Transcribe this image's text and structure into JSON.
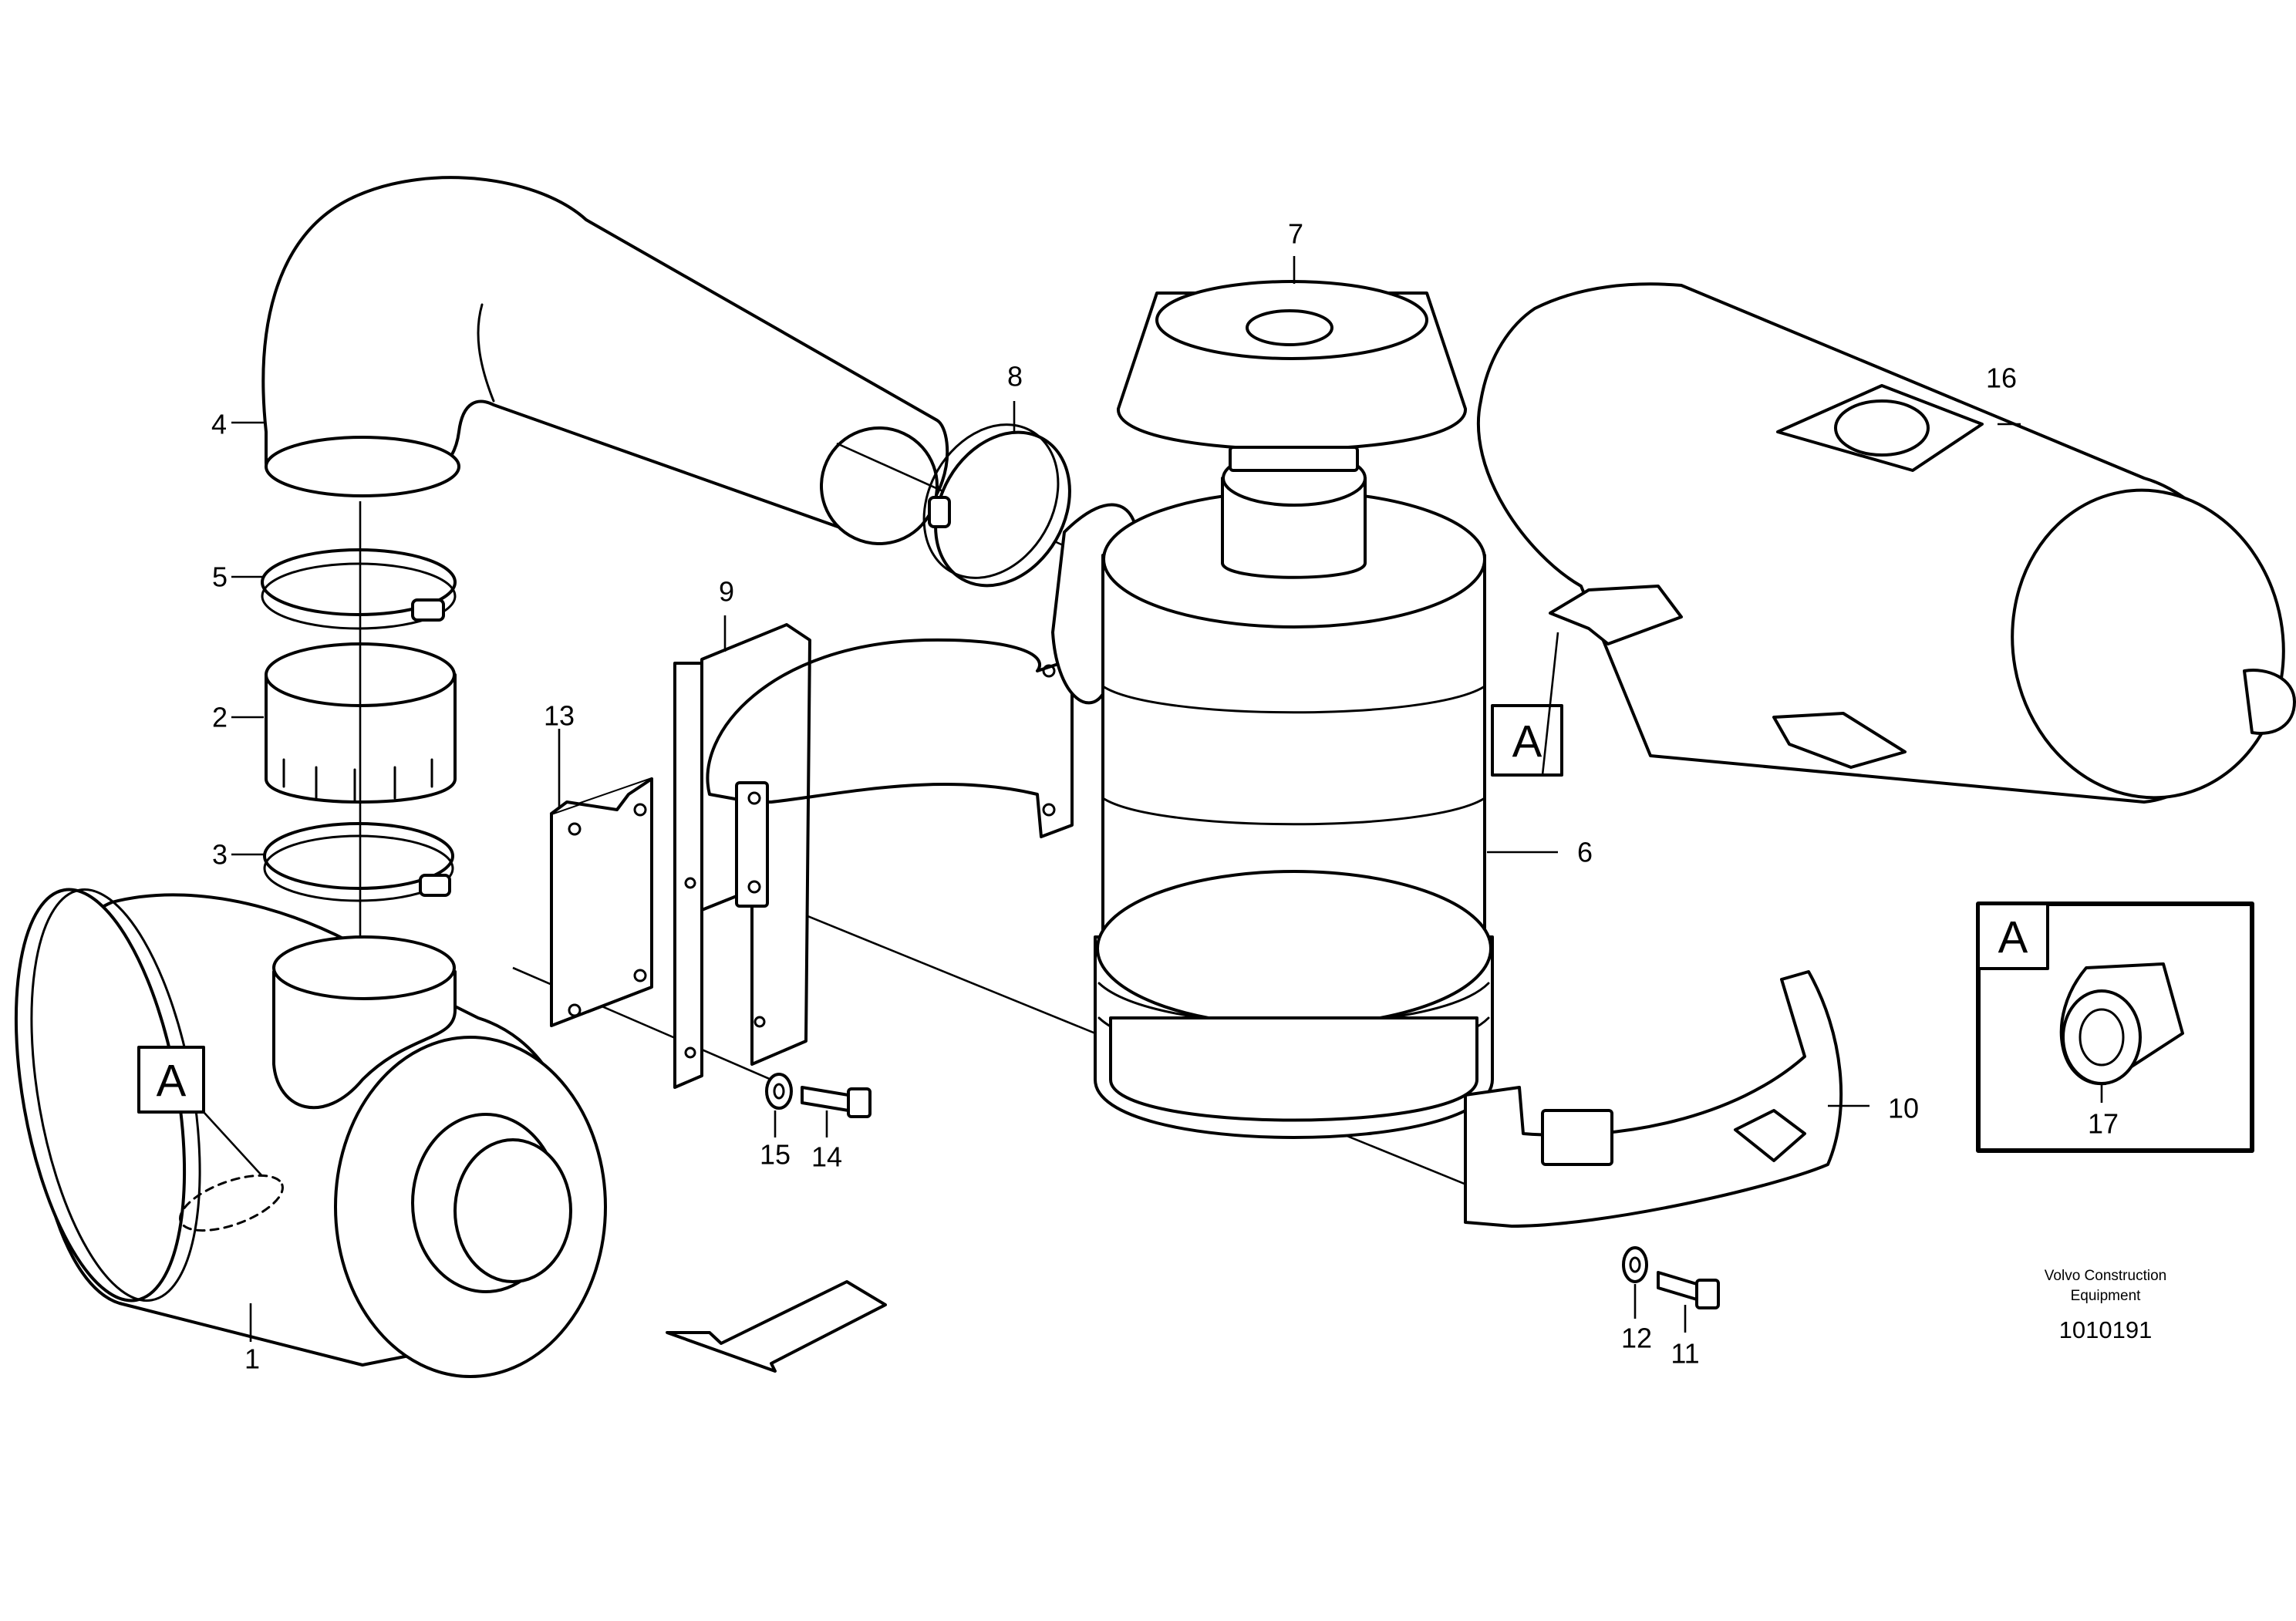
{
  "callouts": [
    "1",
    "2",
    "3",
    "4",
    "5",
    "6",
    "7",
    "8",
    "9",
    "10",
    "11",
    "12",
    "13",
    "14",
    "15",
    "16",
    "17"
  ],
  "detail_marker": "A",
  "credit_line1": "Volvo Construction",
  "credit_line2": "Equipment",
  "drawing_number": "1010191",
  "direction_arrow_icon": "front-direction-arrow-icon"
}
